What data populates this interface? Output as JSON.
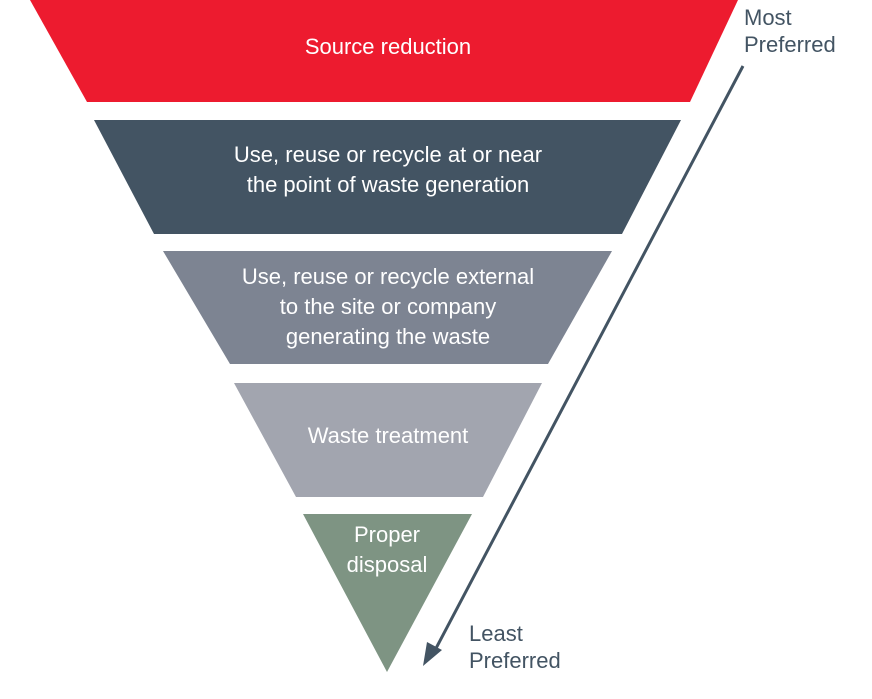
{
  "tiers": [
    {
      "id": "source-reduction",
      "lines": [
        "Source reduction"
      ],
      "color": "#ed1b2f"
    },
    {
      "id": "onsite-reuse",
      "lines": [
        "Use, reuse or recycle at or near",
        "the point of waste generation"
      ],
      "color": "#435463"
    },
    {
      "id": "external-reuse",
      "lines": [
        "Use, reuse or recycle external",
        "to the site or company",
        "generating the waste"
      ],
      "color": "#7d8492"
    },
    {
      "id": "waste-treatment",
      "lines": [
        "Waste treatment"
      ],
      "color": "#a2a5af"
    },
    {
      "id": "proper-disposal",
      "lines": [
        "Proper",
        "disposal"
      ],
      "color": "#7e9483"
    }
  ],
  "arrow": {
    "color": "#435463",
    "top_label": [
      "Most",
      "Preferred"
    ],
    "bottom_label": [
      "Least",
      "Preferred"
    ]
  }
}
